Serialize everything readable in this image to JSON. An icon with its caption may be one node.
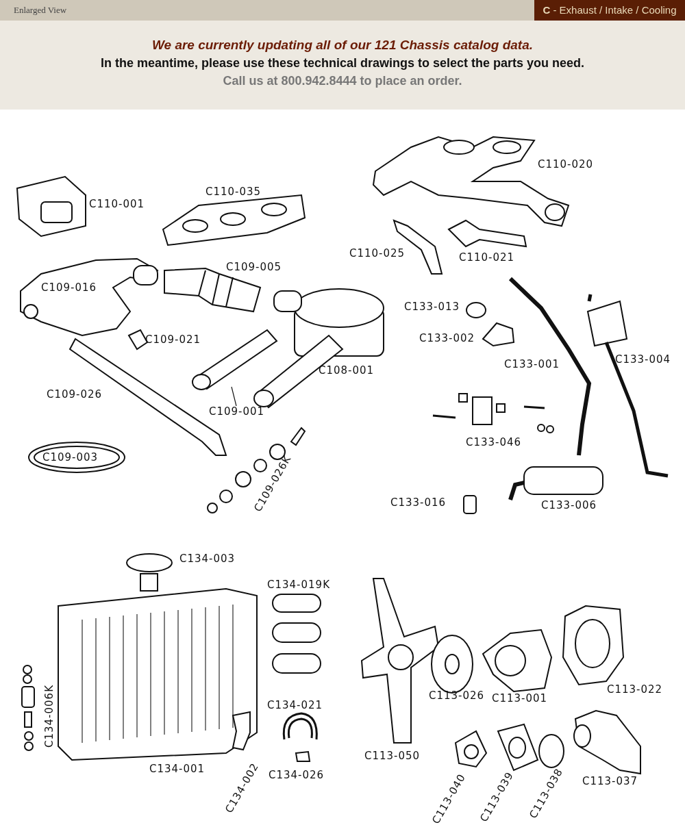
{
  "diagram": {
    "title": "We are currently updating all of our 121 Chassis catalog data.",
    "nodes": [
      {
        "text": [
          "C109-001"
        ]
      },
      {
        "text": [],
        "shape": "picture"
      }
    ],
    "edges": [
      {
        "from": 0,
        "to": 1,
        "arrow": "none"
      }
    ],
    "labels": [
      "Enlarged View",
      "**C** - Exhaust / Intake / Cooling",
      "In the meantime, please use these technical drawings to select the parts you need.",
      "Call us at 800.942.8444 to place an order.",
      "C110-020",
      "C110-001",
      "C110-035",
      "C110-025",
      "C110-021",
      "C109-005",
      "C109-016",
      "C133-013",
      "C109-021",
      "C133-002",
      "C133-001",
      "C133-004",
      "C108-001",
      "C109-026",
      "C133-046",
      "C109-003",
      "C109-026K",
      "C133-016",
      "C133-006",
      "C134-003",
      "C134-019K",
      "C134-006K",
      "C113-022",
      "C113-026",
      "C113-001",
      "C134-021",
      "C113-050",
      "C134-001",
      "C134-026",
      "C134-002",
      "C113-037",
      "C113-040",
      "C113-039",
      "C113-038"
    ]
  }
}
